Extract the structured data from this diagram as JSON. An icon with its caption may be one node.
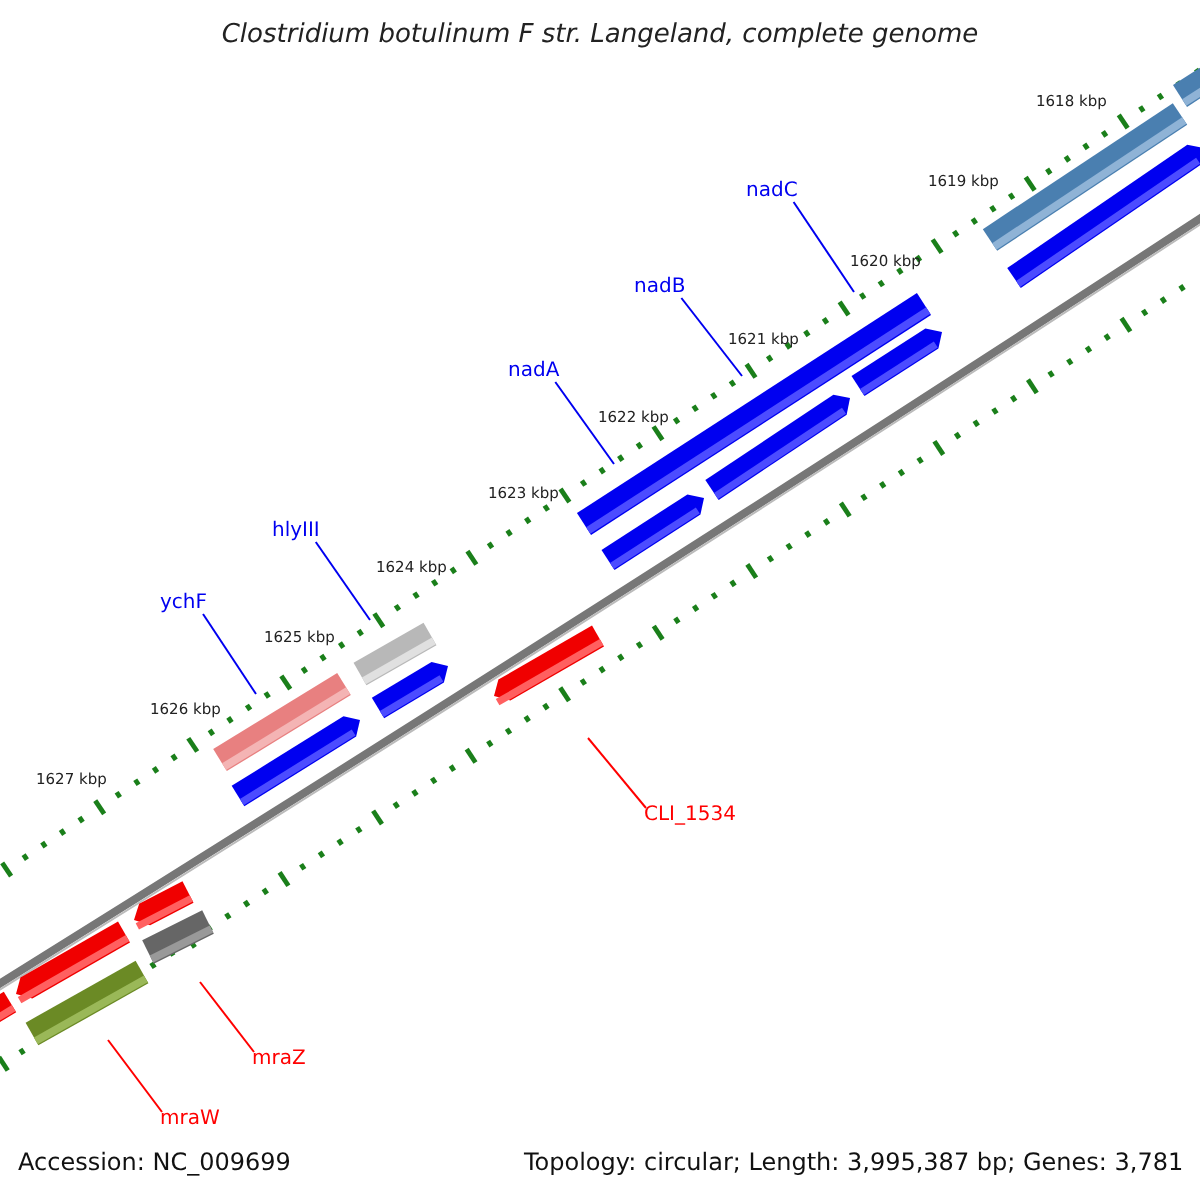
{
  "diagram": {
    "title": "Clostridium botulinum F str. Langeland, complete genome",
    "nodes": [
      {
        "text": [
          "nadC"
        ]
      },
      {
        "text": [
          "nadB"
        ]
      },
      {
        "text": [
          "nadA"
        ]
      },
      {
        "text": [
          "hlyIII"
        ]
      },
      {
        "text": [
          "ychF"
        ]
      },
      {
        "text": [
          "CLI_1534"
        ]
      },
      {
        "text": [
          "mraZ"
        ]
      },
      {
        "text": [
          "mraW"
        ]
      }
    ],
    "edges": [
      {
        "from": 0,
        "to": null,
        "arrow": "none"
      },
      {
        "from": 1,
        "to": null,
        "arrow": "none"
      },
      {
        "from": 2,
        "to": null,
        "arrow": "none"
      },
      {
        "from": 3,
        "to": null,
        "arrow": "none"
      },
      {
        "from": 4,
        "to": null,
        "arrow": "none"
      },
      {
        "from": 5,
        "to": null,
        "arrow": "none",
        "color": "#ff0000"
      },
      {
        "from": 6,
        "to": null,
        "arrow": "none",
        "color": "#ff0000"
      },
      {
        "from": 7,
        "to": null,
        "arrow": "none",
        "color": "#ff0000"
      }
    ],
    "labels": [
      "1618 kbp",
      "1619 kbp",
      "1620 kbp",
      "1621 kbp",
      "1622 kbp",
      "1623 kbp",
      "1624 kbp",
      "1625 kbp",
      "1626 kbp",
      "1627 kbp",
      "Accession: NC_009699",
      "Topology: circular; Length: 3,995,387 bp; Genes: 3,781"
    ]
  }
}
